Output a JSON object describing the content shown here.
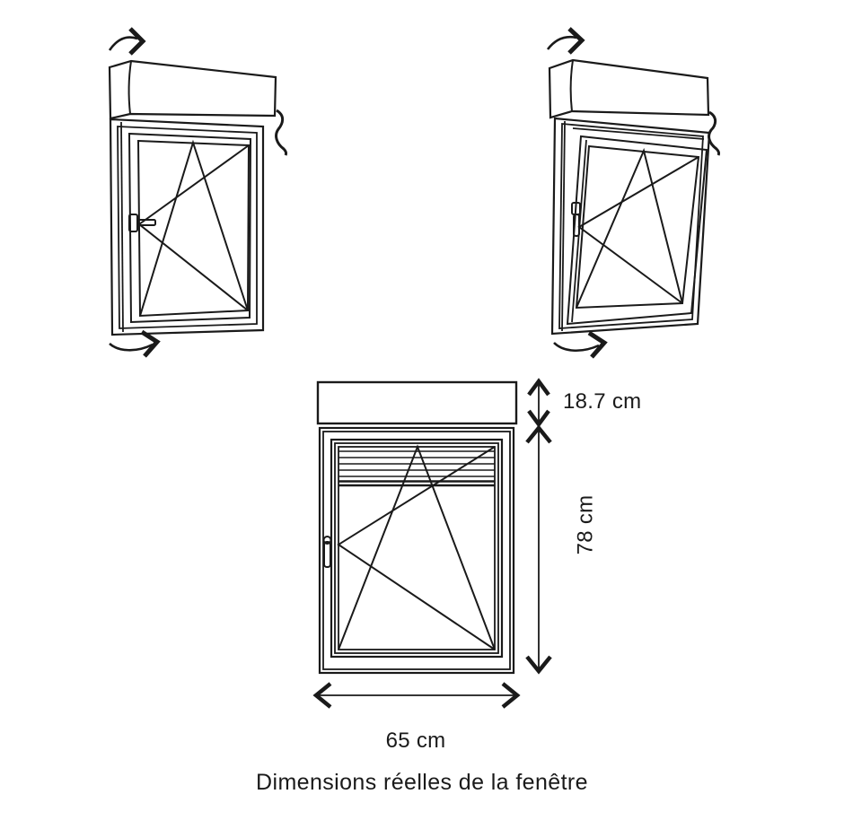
{
  "colors": {
    "line": "#1a1a1a",
    "text": "#1a1a1a",
    "background": "#ffffff"
  },
  "dimensions": {
    "box_height": "18.7 cm",
    "window_height": "78 cm",
    "window_width": "65 cm"
  },
  "caption": "Dimensions réelles de la fenêtre"
}
